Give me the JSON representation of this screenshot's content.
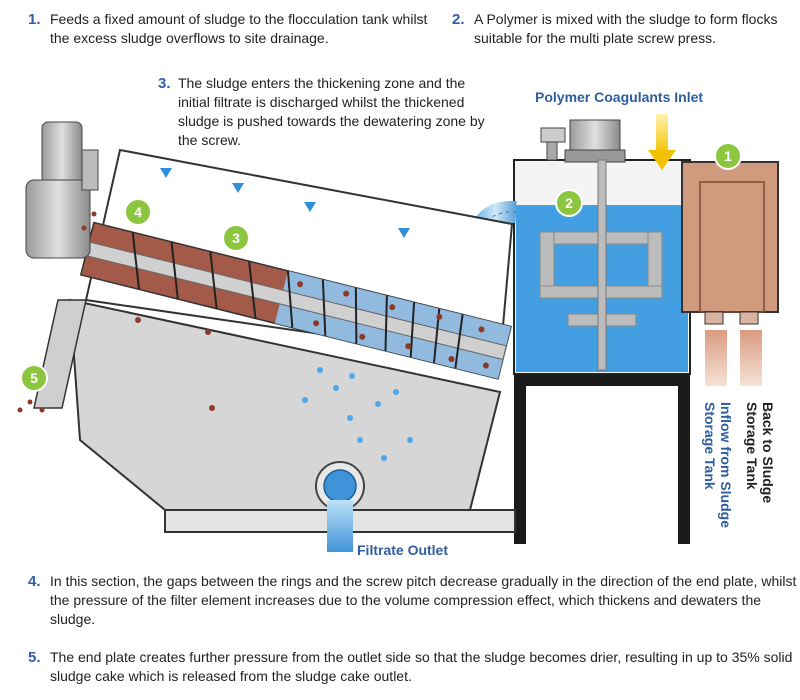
{
  "notes": [
    {
      "num": "1.",
      "text": "Feeds a fixed amount of sludge to the flocculation tank whilst the excess sludge overflows to site drainage."
    },
    {
      "num": "2.",
      "text": "A Polymer is mixed with the sludge to form flocks suitable for the multi plate screw press."
    },
    {
      "num": "3.",
      "text": "The sludge enters the thickening zone and the initial filtrate is discharged whilst the thickened sludge is pushed towards the dewatering zone by the screw."
    },
    {
      "num": "4.",
      "text": "In this section, the gaps between the rings and the screw pitch decrease gradually in the direction of the end plate, whilst the pressure of the filter element increases due to the volume compression effect, which thickens and dewaters the sludge."
    },
    {
      "num": "5.",
      "text": "The end plate creates further pressure from the outlet side so that the sludge becomes drier, resulting in up to 35% solid sludge cake which is released from the sludge cake outlet."
    }
  ],
  "labels": {
    "polymer_inlet": "Polymer Coagulants Inlet",
    "filtrate_outlet": "Filtrate Outlet",
    "inflow": "Inflow from Sludge Storage Tank",
    "back": "Back to Sludge Storage Tank"
  },
  "markers": [
    "1",
    "2",
    "3",
    "4",
    "5"
  ],
  "colors": {
    "accent_blue": "#2d5e9e",
    "marker_green": "#8cc63f",
    "water_blue": "#5aa9e6",
    "sludge_brown": "#8b3a2a",
    "tank_brown": "#cf9a7d",
    "frame_dark": "#1a1a1a"
  }
}
